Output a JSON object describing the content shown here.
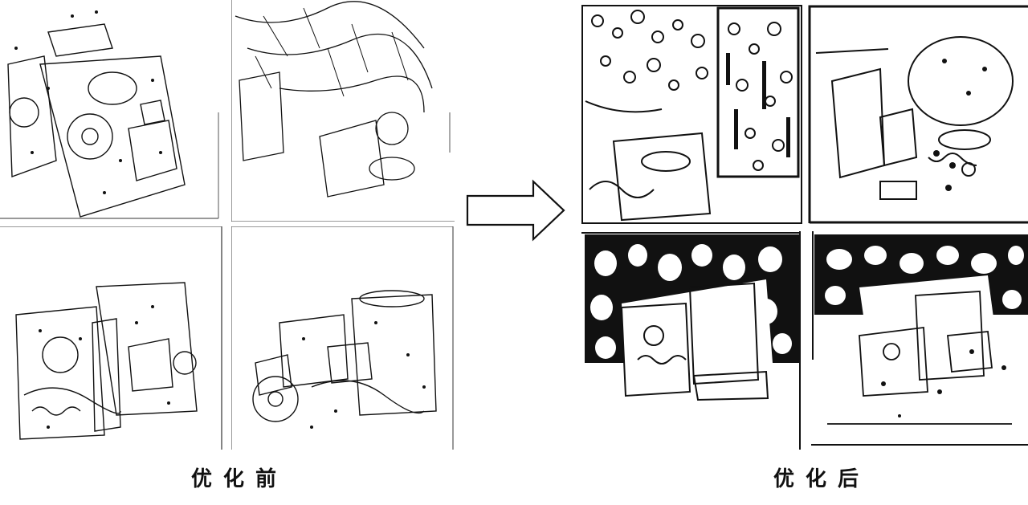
{
  "figure": {
    "left_group": {
      "caption": "优化前",
      "panels": [
        "before-panel-1",
        "before-panel-2",
        "before-panel-3",
        "before-panel-4"
      ]
    },
    "right_group": {
      "caption": "优化后",
      "panels": [
        "after-panel-1",
        "after-panel-2",
        "after-panel-3",
        "after-panel-4"
      ]
    },
    "arrow_icon": "right-arrow-icon"
  }
}
